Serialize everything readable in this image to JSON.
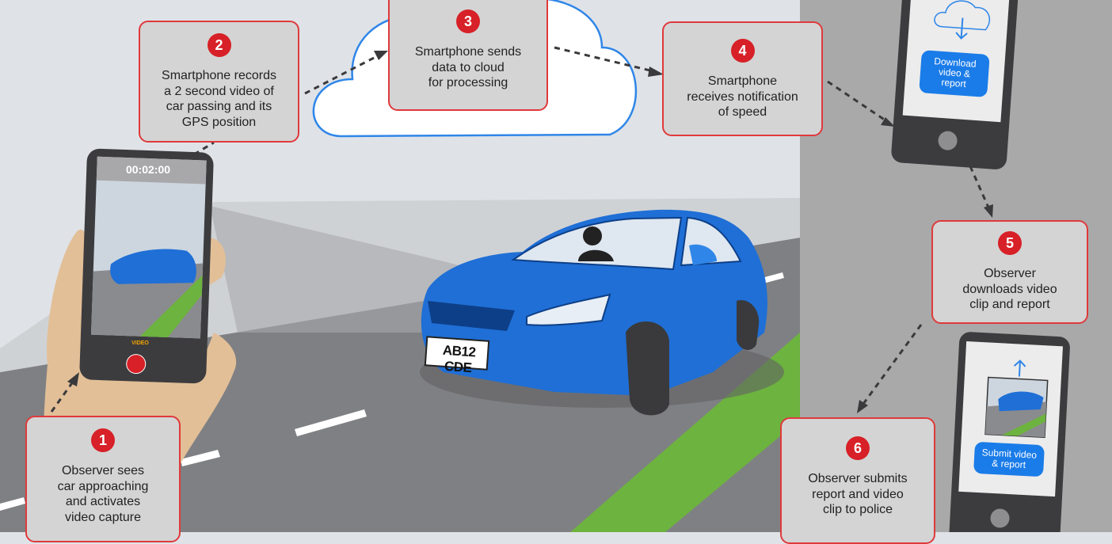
{
  "steps": [
    {
      "number": "1",
      "text": "Observer sees\ncar approaching\nand activates\nvideo capture"
    },
    {
      "number": "2",
      "text": "Smartphone records\na 2 second video of\ncar passing and its\nGPS position"
    },
    {
      "number": "3",
      "text": "Smartphone sends\ndata to cloud\nfor processing"
    },
    {
      "number": "4",
      "text": "Smartphone\nreceives notification\nof speed"
    },
    {
      "number": "5",
      "text": "Observer\ndownloads video\nclip and report"
    },
    {
      "number": "6",
      "text": "Observer submits\nreport and video\nclip to police"
    }
  ],
  "camera_phone": {
    "timer": "00:02:00",
    "mode_label": "VIDEO"
  },
  "car": {
    "plate": "AB12 CDE"
  },
  "download_phone": {
    "button_label": "Download\nvideo &\nreport"
  },
  "submit_phone": {
    "button_label": "Submit video\n& report"
  },
  "colors": {
    "accent_red": "#d72027",
    "box_border": "#e0393b",
    "car_blue": "#1f6fd6",
    "button_blue": "#1a7ce8",
    "grass": "#6db33f"
  }
}
